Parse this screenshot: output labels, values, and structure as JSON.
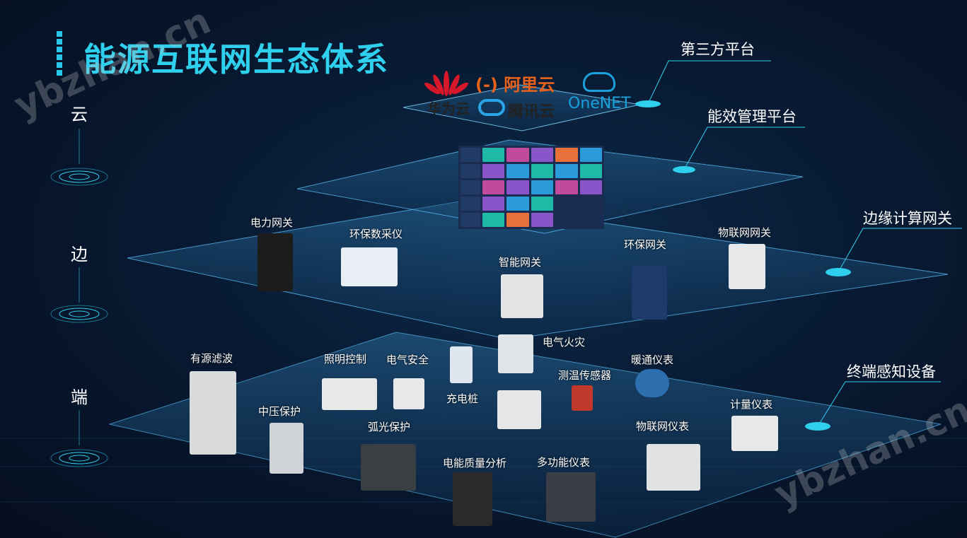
{
  "title": "能源互联网生态体系",
  "axis": {
    "cloud": "云",
    "edge": "边",
    "terminal": "端"
  },
  "layers": {
    "third_party": "第三方平台",
    "energy_platform": "能效管理平台",
    "edge_gateway": "边缘计算网关",
    "terminal_devices": "终端感知设备"
  },
  "cloud_logos": {
    "huawei": "华为云",
    "aliyun": "阿里云",
    "aliyun_mark": "(-)",
    "tencent": "腾讯云",
    "onenet": "OneNET"
  },
  "edge_devices": [
    "电力网关",
    "环保数采仪",
    "智能网关",
    "环保网关",
    "物联网网关"
  ],
  "terminal_devices": [
    "有源滤波",
    "照明控制",
    "电气安全",
    "充电桩",
    "电气火灾",
    "测温传感器",
    "暖通仪表",
    "中压保护",
    "弧光保护",
    "电能质量分析",
    "多功能仪表",
    "物联网仪表",
    "计量仪表"
  ],
  "watermark": "ybzhan.cn",
  "colors": {
    "accent": "#2fd0ee",
    "bg": "#081a33"
  }
}
